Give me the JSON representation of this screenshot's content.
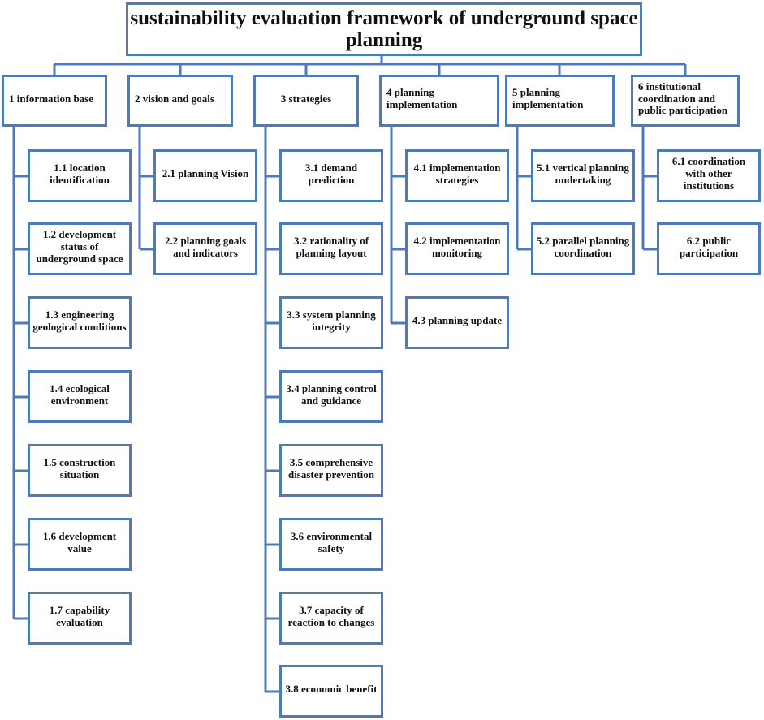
{
  "diagram": {
    "title": "sustainability evaluation framework of underground space planning",
    "colors": {
      "box_border": "#4f7ab8",
      "connector": "#4f7ab8",
      "text": "#111111"
    },
    "categories": [
      {
        "label": "1 information base",
        "items": [
          "1.1 location identification",
          "1.2 development status of underground space",
          "1.3 engineering geological conditions",
          "1.4 ecological environment",
          "1.5 construction situation",
          "1.6 development value",
          "1.7 capability evaluation"
        ]
      },
      {
        "label": "2 vision and goals",
        "items": [
          "2.1 planning Vision",
          "2.2 planning goals and indicators"
        ]
      },
      {
        "label": "3 strategies",
        "items": [
          "3.1 demand prediction",
          "3.2 rationality of planning layout",
          "3.3 system planning integrity",
          "3.4 planning control and guidance",
          "3.5 comprehensive disaster prevention",
          "3.6 environmental safety",
          "3.7 capacity of reaction to changes",
          "3.8 economic benefit"
        ]
      },
      {
        "label": "4 planning implementation",
        "items": [
          "4.1 implementation strategies",
          "4.2 implementation monitoring",
          "4.3 planning update"
        ]
      },
      {
        "label": "5 planning implementation",
        "items": [
          "5.1 vertical planning undertaking",
          "5.2 parallel planning coordination"
        ]
      },
      {
        "label": "6 institutional coordination and public participation",
        "items": [
          "6.1 coordination with other institutions",
          "6.2 public participation"
        ]
      }
    ]
  }
}
